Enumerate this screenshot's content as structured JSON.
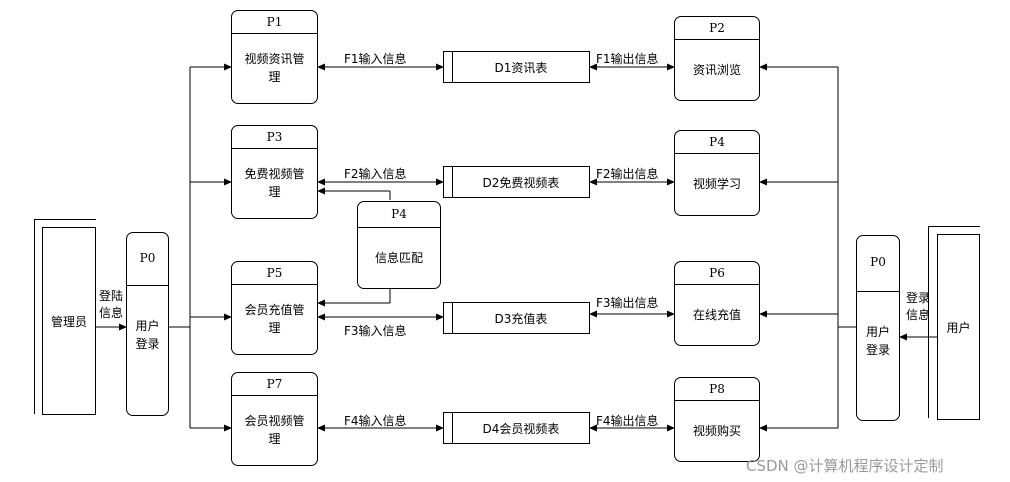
{
  "processes": {
    "p1": {
      "id": "P1",
      "name_line1": "视频资讯管",
      "name_line2": "理"
    },
    "p2": {
      "id": "P2",
      "name_line1": "资讯浏览"
    },
    "p3": {
      "id": "P3",
      "name_line1": "免费视频管",
      "name_line2": "理"
    },
    "p4_right": {
      "id": "P4",
      "name_line1": "视频学习"
    },
    "p4_match": {
      "id": "P4",
      "name_line1": "信息匹配"
    },
    "p5": {
      "id": "P5",
      "name_line1": "会员充值管",
      "name_line2": "理"
    },
    "p6": {
      "id": "P6",
      "name_line1": "在线充值"
    },
    "p7": {
      "id": "P7",
      "name_line1": "会员视频管",
      "name_line2": "理"
    },
    "p8": {
      "id": "P8",
      "name_line1": "视频购买"
    },
    "p0_left": {
      "id": "P0",
      "name_line1": "用户",
      "name_line2": "登录"
    },
    "p0_right": {
      "id": "P0",
      "name_line1": "用户",
      "name_line2": "登录"
    }
  },
  "stores": {
    "d1": "D1资讯表",
    "d2": "D2免费视频表",
    "d3": "D3充值表",
    "d4": "D4会员视频表"
  },
  "entities": {
    "admin": "管理员",
    "user": "用户"
  },
  "flows": {
    "f1_in": "F1输入信息",
    "f1_out": "F1输出信息",
    "f2_in": "F2输入信息",
    "f2_out": "F2输出信息",
    "f3_in": "F3输入信息",
    "f3_out": "F3输出信息",
    "f4_in": "F4输入信息",
    "f4_out": "F4输出信息",
    "admin_login_l1": "登陆",
    "admin_login_l2": "信息",
    "user_login_l1": "登录",
    "user_login_l2": "信息"
  },
  "watermark": "CSDN @计算机程序设计定制"
}
